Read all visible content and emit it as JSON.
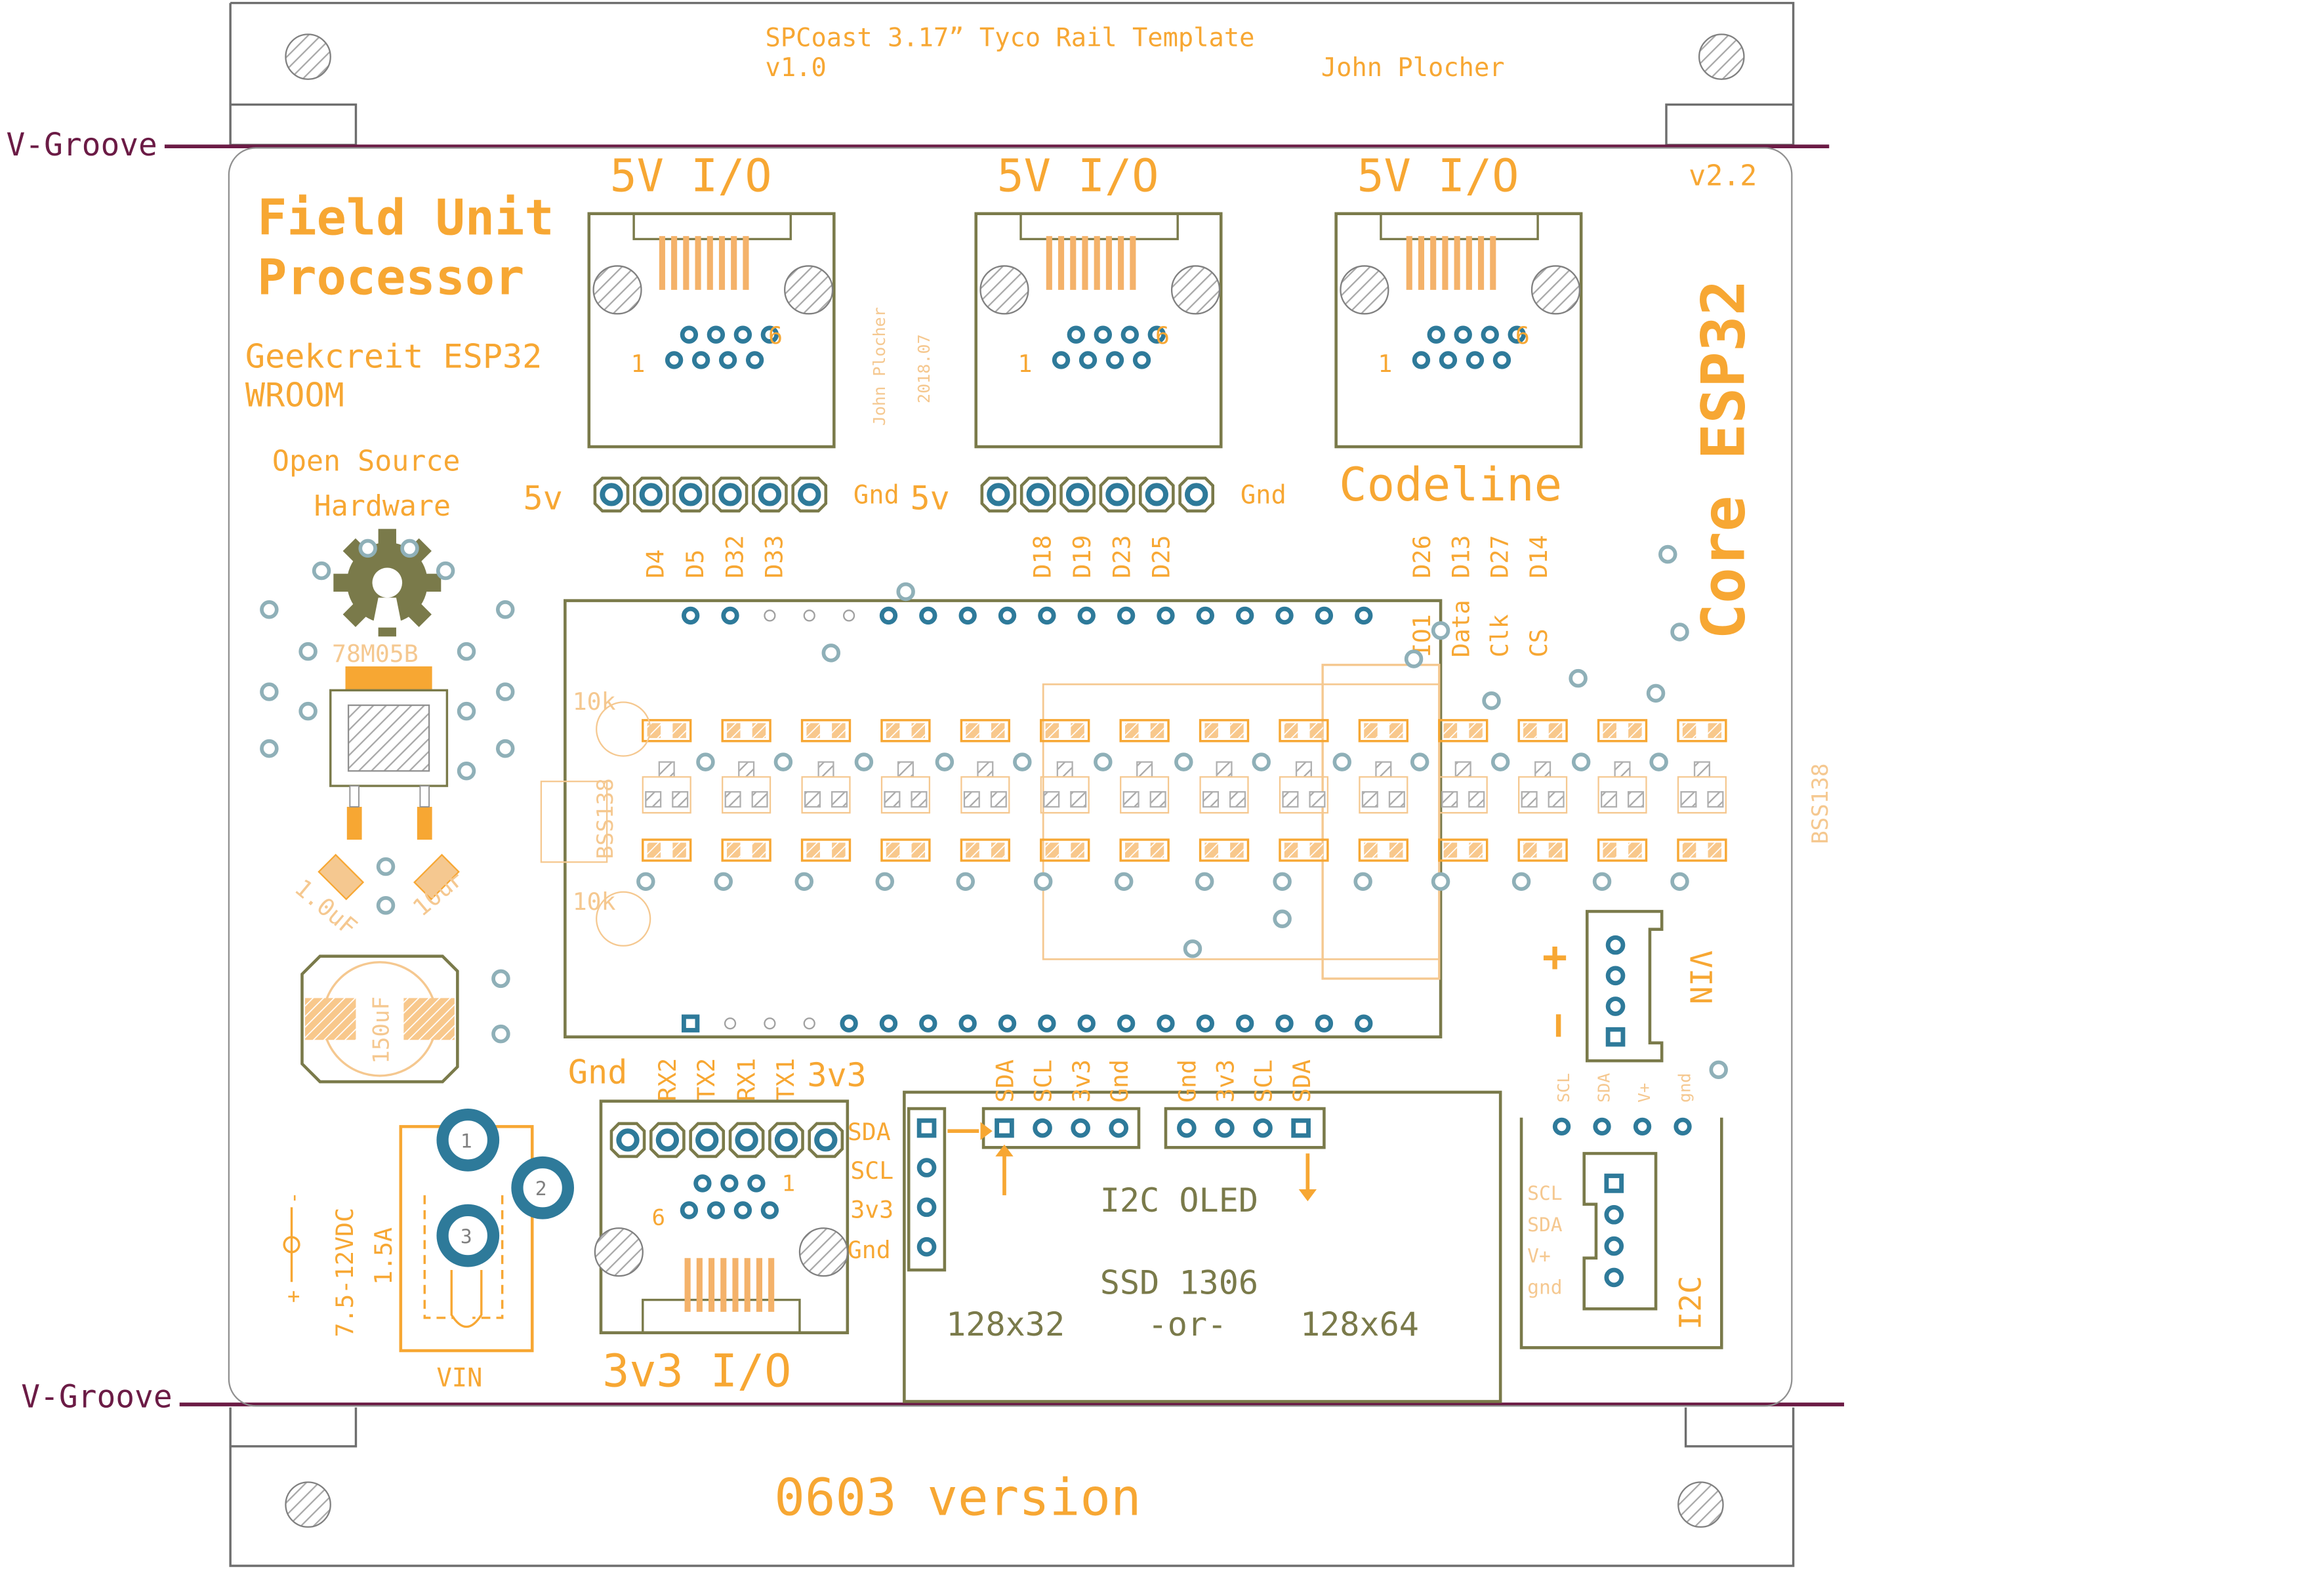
{
  "colors": {
    "outline": "#808080",
    "silk": "#F7A733",
    "silk_light": "#F5C890",
    "copper_ring": "#2E7A9A",
    "pad_fill": "#F4B26A",
    "vgroove": "#6B1B45",
    "olive": "#7A7A4A",
    "hatch": "#A8A8A8"
  },
  "template": {
    "title": "SPCoast 3.17” Tyco Rail Template",
    "version": "v1.0",
    "author": "John Plocher",
    "bottom_label": "0603 version"
  },
  "vgroove_label": "V-Groove",
  "board": {
    "title_line1": "Field Unit",
    "title_line2": "Processor",
    "module_line1": "Geekcreit ESP32",
    "module_line2": "WROOM",
    "osh_line1": "Open Source",
    "osh_line2": "Hardware",
    "version": "v2.2",
    "core_label": "Core ESP32",
    "credit_name": "John Plocher",
    "credit_date": "2018.07"
  },
  "rj45_ports": [
    {
      "label": "5V I/O",
      "pin1": "1",
      "pin6": "6",
      "left_power": "5v",
      "right_power": "Gnd",
      "pins": [
        "D4",
        "D5",
        "D32",
        "D33"
      ]
    },
    {
      "label": "5V I/O",
      "pin1": "1",
      "pin6": "6",
      "left_power": "5v",
      "right_power": "Gnd",
      "pins": [
        "D18",
        "D19",
        "D23",
        "D25"
      ]
    },
    {
      "label": "5V I/O",
      "pin1": "1",
      "pin6": "6",
      "caption": "Codeline",
      "pins": [
        "D26",
        "D13",
        "D27",
        "D14"
      ],
      "signals": [
        "IO1",
        "Data",
        "Clk",
        "CS"
      ]
    }
  ],
  "regulator": {
    "label": "78M05B",
    "cap1": "1.0uF",
    "cap2": "10uF",
    "bulk_cap": "150uF"
  },
  "resistor_labels": [
    "10k",
    "10k"
  ],
  "mosfet_labels": [
    "BSS138",
    "BSS138"
  ],
  "power_jack": {
    "pin1": "1",
    "pin2": "2",
    "pin3": "3",
    "spec1": "7.5-12VDC",
    "spec2": "1.5A",
    "label": "VIN",
    "minus": "-",
    "plus": "+"
  },
  "vin_header": {
    "label": "VIN",
    "plus": "+",
    "minus": "−"
  },
  "io3v3": {
    "pins": [
      "Gnd",
      "RX2",
      "TX2",
      "RX1",
      "TX1",
      "3v3"
    ],
    "label": "3v3 I/O",
    "pin1": "1",
    "pin6": "6"
  },
  "i2c_side": [
    "SDA",
    "SCL",
    "3v3",
    "Gnd"
  ],
  "oled": {
    "pins_left": [
      "SDA",
      "SCL",
      "3v3",
      "Gnd"
    ],
    "pins_right": [
      "Gnd",
      "3v3",
      "SCL",
      "SDA"
    ],
    "title": "I2C OLED",
    "chip": "SSD 1306",
    "size_a": "128x32",
    "size_or": "-or-",
    "size_b": "128x64"
  },
  "i2c_connector": {
    "top_pins": [
      "SCL",
      "SDA",
      "V+",
      "gnd"
    ],
    "side_pins": [
      "SCL",
      "SDA",
      "V+",
      "gnd"
    ],
    "label": "I2C"
  }
}
